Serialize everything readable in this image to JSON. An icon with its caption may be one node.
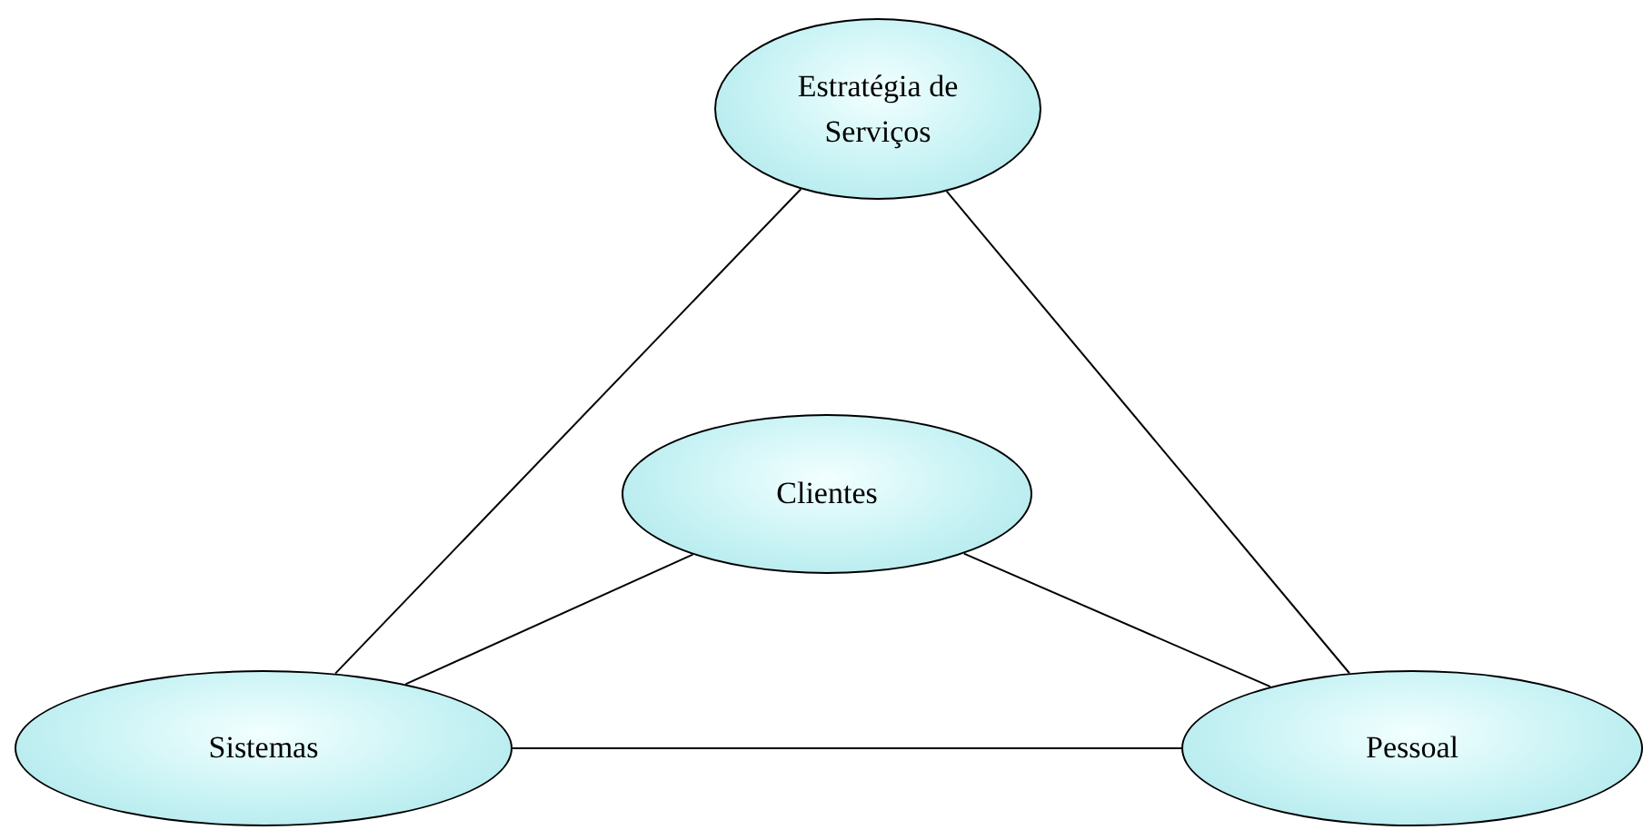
{
  "diagram": {
    "nodes": [
      {
        "text": [
          "Estratégia de Serviços"
        ]
      },
      {
        "text": [
          "Clientes"
        ]
      },
      {
        "text": [
          "Sistemas"
        ]
      },
      {
        "text": [
          "Pessoal"
        ]
      }
    ],
    "edges": [
      {
        "from": 0,
        "to": 2,
        "arrow": "none"
      },
      {
        "from": 0,
        "to": 3,
        "arrow": "none"
      },
      {
        "from": 1,
        "to": 2,
        "arrow": "none"
      },
      {
        "from": 1,
        "to": 3,
        "arrow": "none"
      },
      {
        "from": 2,
        "to": 3,
        "arrow": "none"
      }
    ]
  }
}
